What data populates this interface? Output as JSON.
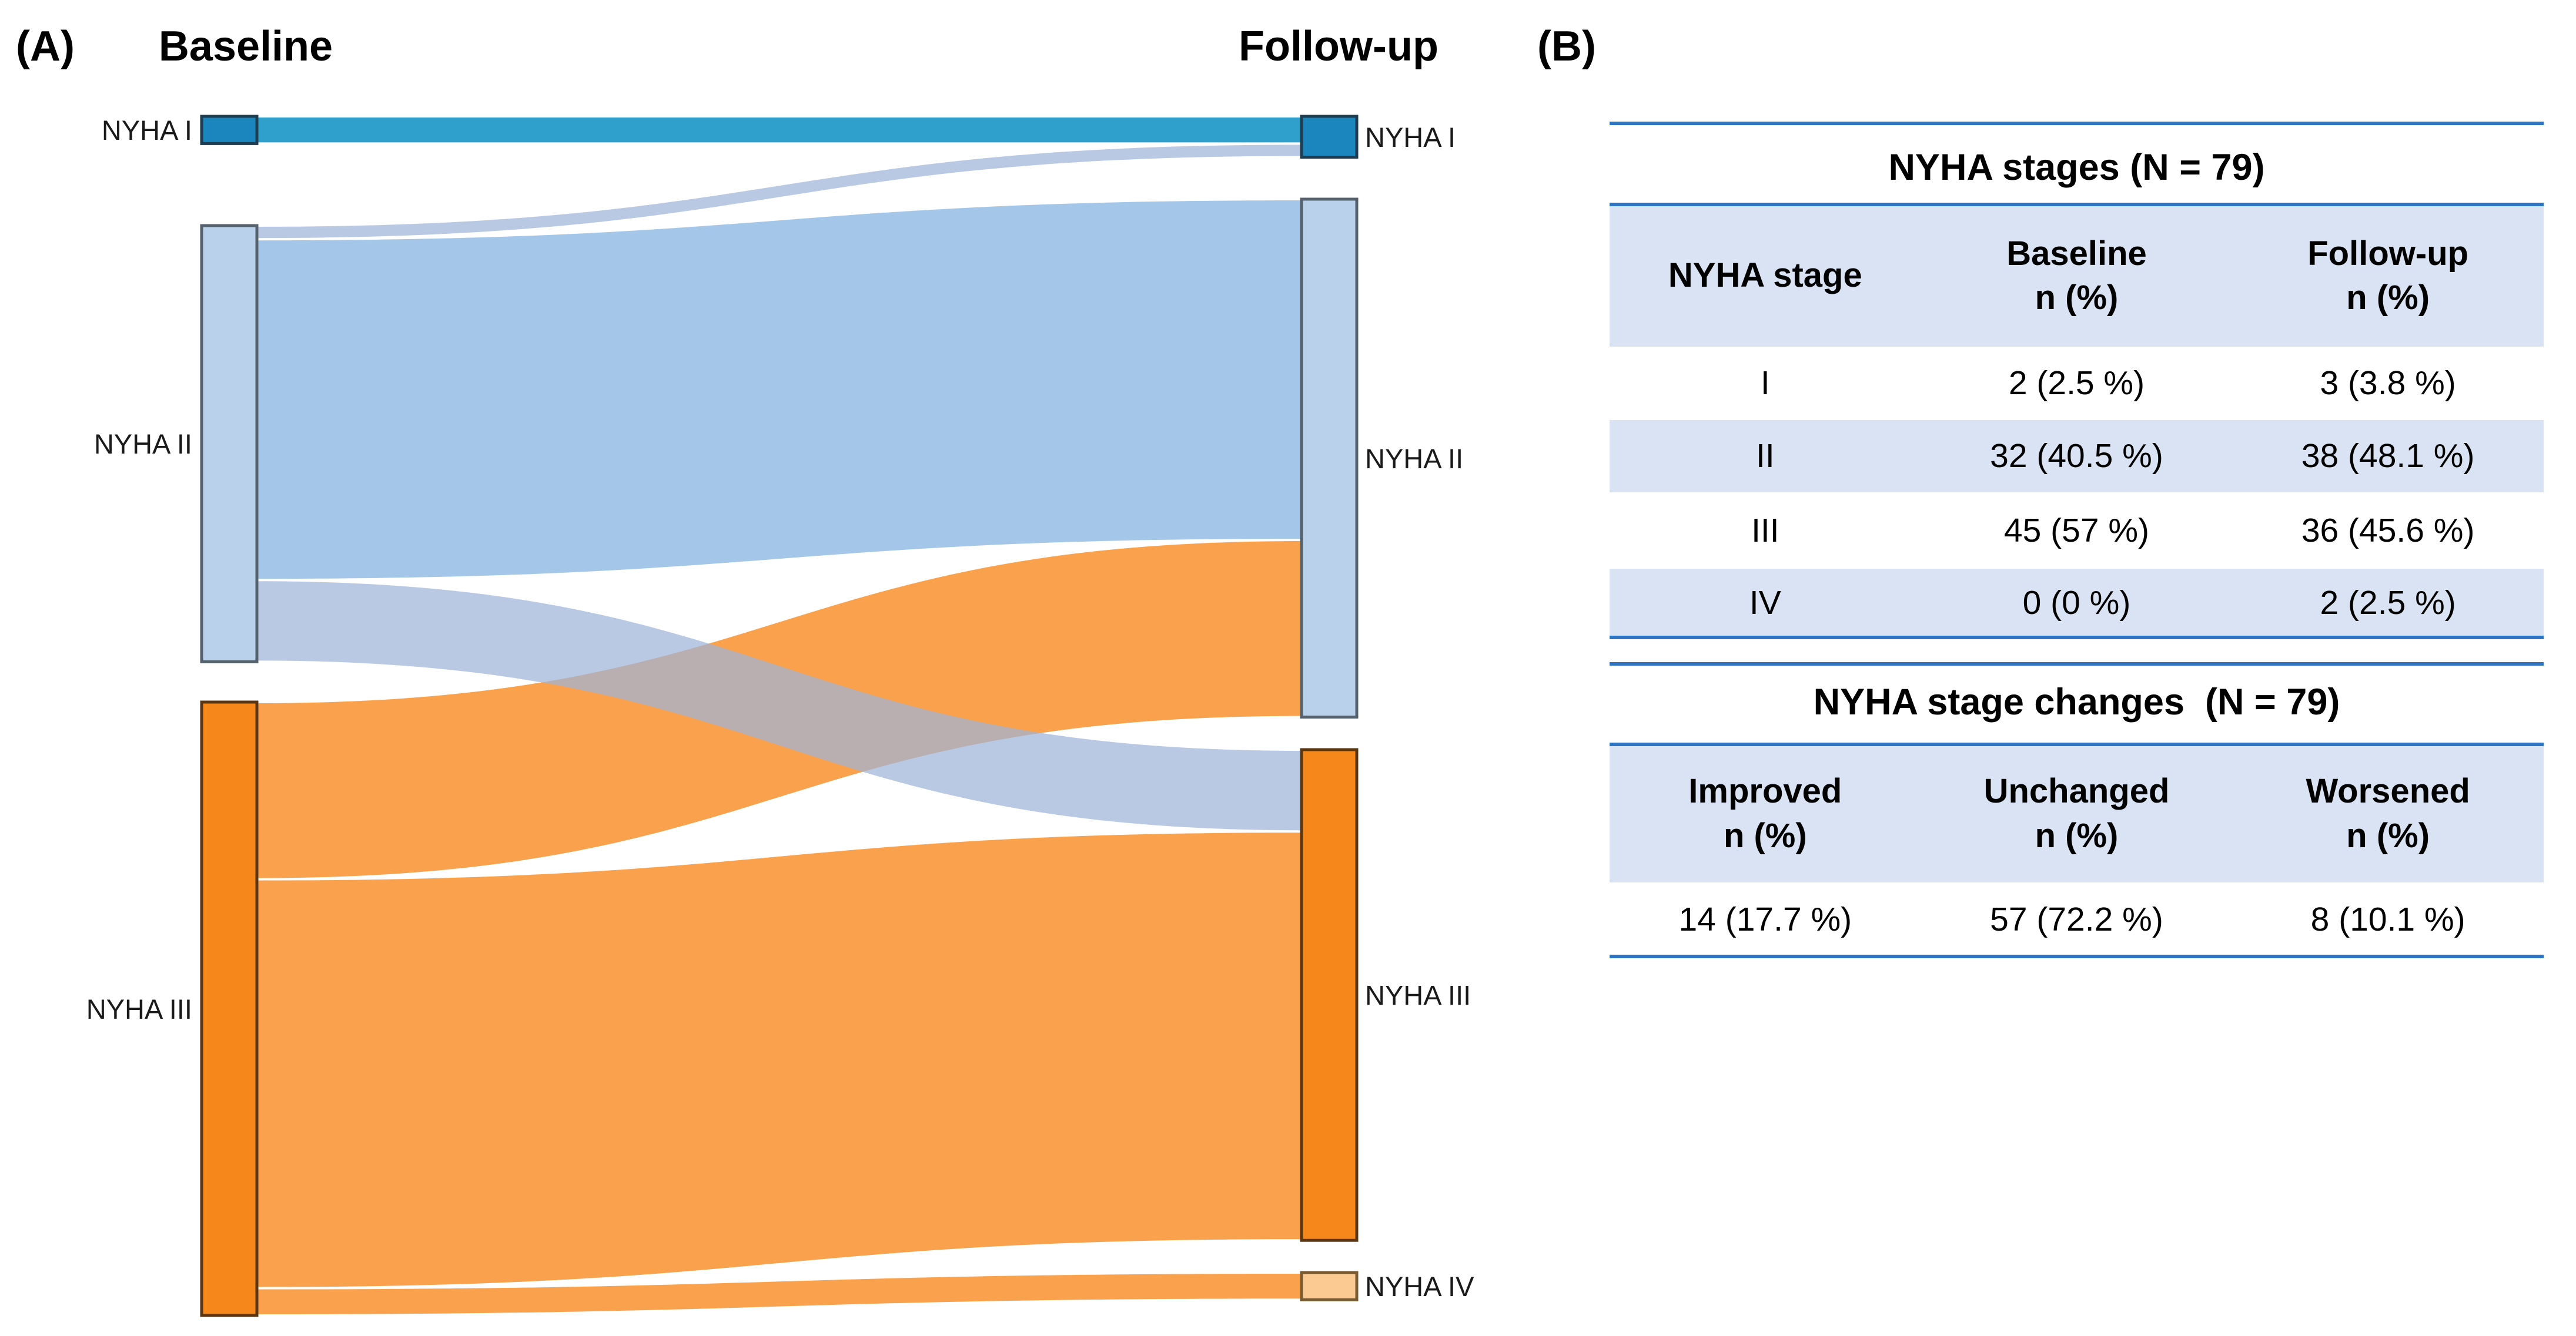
{
  "panel_a": {
    "label": "(A)",
    "baseline_title": "Baseline",
    "followup_title": "Follow-up"
  },
  "panel_b": {
    "label": "(B)"
  },
  "colors": {
    "background": "#ffffff",
    "text": "#000000",
    "table_rule": "#2e74c0",
    "table_band": "#dae3f3",
    "node_nyha1": "#1b86be",
    "node_nyha1_border": "#1e3d50",
    "node_nyha2": "#b9d1ea",
    "node_nyha2_border": "#55626e",
    "node_nyha3": "#f6871a",
    "node_nyha3_border": "#5a3712",
    "node_nyha4": "#fbc992",
    "node_nyha4_border": "#7a5a30",
    "flow_stay_1": "#2f9fcb",
    "flow_blue": "#a4c6e8",
    "flow_pale_blue": "#9fb4d8",
    "flow_orange": "#f9a14c"
  },
  "chart_data": {
    "type": "sankey",
    "left_label": "Baseline",
    "right_label": "Follow-up",
    "nodes": [
      {
        "id": "L1",
        "label": "NYHA I",
        "column": "baseline",
        "value": 2,
        "color_key": "node_nyha1"
      },
      {
        "id": "L2",
        "label": "NYHA II",
        "column": "baseline",
        "value": 32,
        "color_key": "node_nyha2"
      },
      {
        "id": "L3",
        "label": "NYHA III",
        "column": "baseline",
        "value": 45,
        "color_key": "node_nyha3"
      },
      {
        "id": "R1",
        "label": "NYHA I",
        "column": "followup",
        "value": 3,
        "color_key": "node_nyha1"
      },
      {
        "id": "R2",
        "label": "NYHA II",
        "column": "followup",
        "value": 38,
        "color_key": "node_nyha2"
      },
      {
        "id": "R3",
        "label": "NYHA III",
        "column": "followup",
        "value": 36,
        "color_key": "node_nyha3"
      },
      {
        "id": "R4",
        "label": "NYHA IV",
        "column": "followup",
        "value": 2,
        "color_key": "node_nyha4"
      }
    ],
    "flows": [
      {
        "source": "L1",
        "target": "R1",
        "value": 2,
        "color_key": "flow_stay_1",
        "opacity": 1
      },
      {
        "source": "L2",
        "target": "R1",
        "value": 1,
        "color_key": "flow_pale_blue",
        "opacity": 0.72
      },
      {
        "source": "L2",
        "target": "R2",
        "value": 25,
        "color_key": "flow_blue",
        "opacity": 1
      },
      {
        "source": "L3",
        "target": "R2",
        "value": 13,
        "color_key": "flow_orange",
        "opacity": 1
      },
      {
        "source": "L2",
        "target": "R3",
        "value": 6,
        "color_key": "flow_pale_blue",
        "opacity": 0.72
      },
      {
        "source": "L3",
        "target": "R3",
        "value": 30,
        "color_key": "flow_orange",
        "opacity": 1
      },
      {
        "source": "L3",
        "target": "R4",
        "value": 2,
        "color_key": "flow_orange",
        "opacity": 1
      }
    ]
  },
  "tables": [
    {
      "title": "NYHA stages (N = 79)",
      "header": [
        [
          "NYHA stage"
        ],
        [
          "Baseline",
          "n (%)"
        ],
        [
          "Follow-up",
          "n (%)"
        ]
      ],
      "rows": [
        [
          "I",
          "2 (2.5 %)",
          "3 (3.8 %)"
        ],
        [
          "II",
          "32 (40.5 %)",
          "38 (48.1 %)"
        ],
        [
          "III",
          "45 (57 %)",
          "36 (45.6 %)"
        ],
        [
          "IV",
          "0 (0 %)",
          "2 (2.5 %)"
        ]
      ],
      "shaded_rows": [
        1,
        3
      ]
    },
    {
      "title": "NYHA stage changes  (N = 79)",
      "header": [
        [
          "Improved",
          "n (%)"
        ],
        [
          "Unchanged",
          "n (%)"
        ],
        [
          "Worsened",
          "n (%)"
        ]
      ],
      "rows": [
        [
          "14 (17.7 %)",
          "57 (72.2 %)",
          "8 (10.1 %)"
        ]
      ],
      "shaded_rows": []
    }
  ]
}
